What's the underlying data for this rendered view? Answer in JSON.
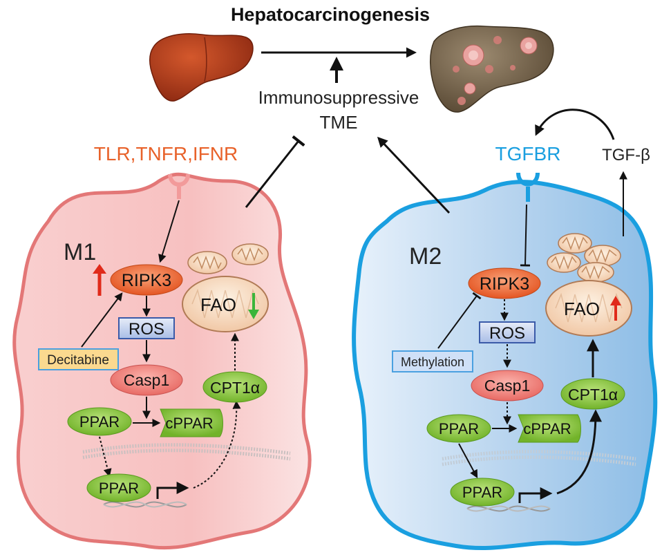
{
  "title": "Hepatocarcinogenesis",
  "tme": {
    "line1": "Immunosuppressive",
    "line2": "TME"
  },
  "m1": {
    "label": "M1",
    "receptors": "TLR,TNFR,IFNR",
    "ripk3": "RIPK3",
    "ros": "ROS",
    "casp1": "Casp1",
    "ppar_top": "PPAR",
    "cppar": "cPPAR",
    "ppar_bottom": "PPAR",
    "cpt1a": "CPT1α",
    "fao": "FAO",
    "drug": "Decitabine"
  },
  "m2": {
    "label": "M2",
    "receptor": "TGFBR",
    "ligand": "TGF-β",
    "ripk3": "RIPK3",
    "ros": "ROS",
    "casp1": "Casp1",
    "ppar_top": "PPAR",
    "cppar": "cPPAR",
    "ppar_bottom": "PPAR",
    "cpt1a": "CPT1α",
    "fao": "FAO",
    "modifier": "Methylation"
  },
  "colors": {
    "m1_fill": "#f7c4c4",
    "m1_border": "#e37777",
    "m2_fill": "#bfd8f0",
    "m2_border": "#1a9fe0",
    "receptor_text_m1": "#e8622a",
    "receptor_text_m2": "#1a9fe0",
    "ripk3": "#e8642e",
    "casp1": "#ef7a76",
    "ppar": "#8cc63e",
    "ros_box": "#5c7fc4",
    "drug_box": "#fbd98f",
    "methyl_box": "#cfe0f7"
  }
}
